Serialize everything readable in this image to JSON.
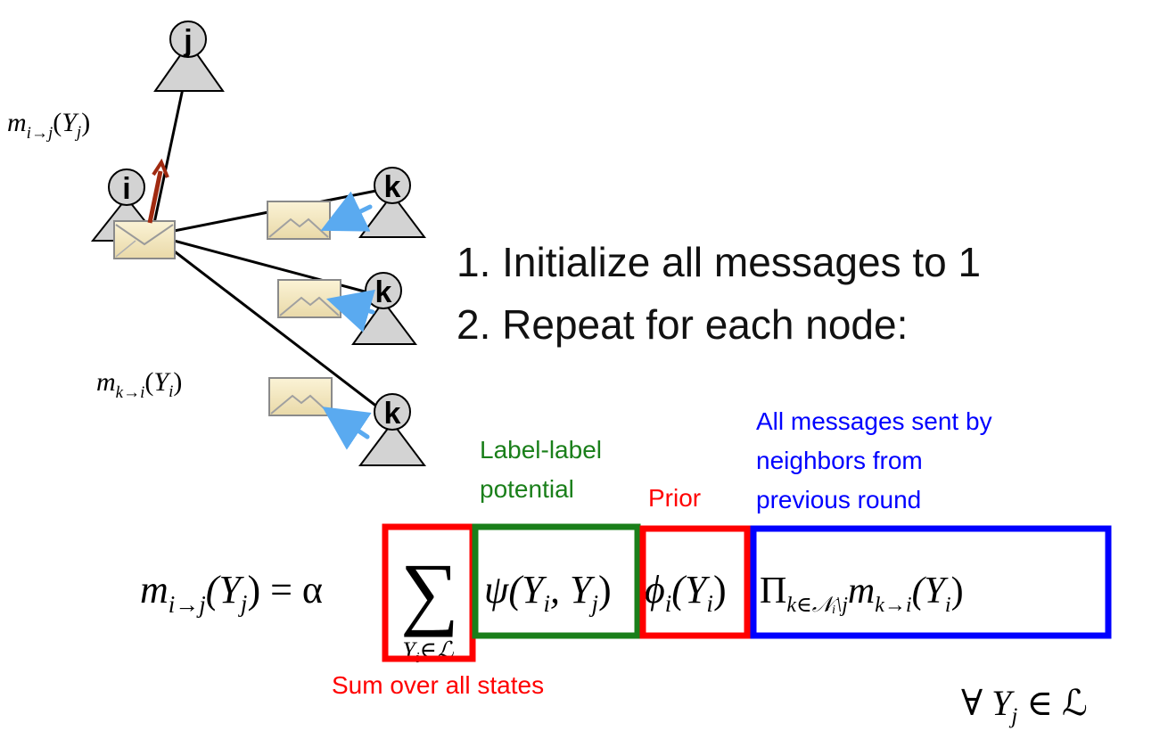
{
  "nodes": {
    "j": "j",
    "i": "i",
    "k1": "k",
    "k2": "k",
    "k3": "k"
  },
  "math": {
    "m_ij": {
      "m": "m",
      "sub": "i→j",
      "open": "(",
      "Y": "Y",
      "Ysub": "j",
      "close": ")"
    },
    "m_ki": {
      "m": "m",
      "sub": "k→i",
      "open": "(",
      "Y": "Y",
      "Ysub": "i",
      "close": ")"
    },
    "forall": {
      "prefix": "∀ ",
      "Y": "Y",
      "Ysub": "j",
      "rest": " ∈ ℒ"
    }
  },
  "steps": [
    "1.  Initialize all messages to 1",
    "2.  Repeat for each node:"
  ],
  "equation": {
    "lhs": {
      "m": "m",
      "sub": "i→j",
      "args": "(Y",
      "argsub": "j",
      "close": ")",
      "eq": " = α"
    },
    "sum_symbol": "∑",
    "sum_under": {
      "Y": "Y",
      "sub": "i",
      "rest": "∈ℒ"
    },
    "psi": {
      "prefix": "ψ(Y",
      "sub1": "i",
      "mid": ", Y",
      "sub2": "j",
      "close": ")"
    },
    "phi": {
      "prefix": "ϕ",
      "sub": "i",
      "args": "(Y",
      "argsub": "i",
      "close": ")"
    },
    "prod": {
      "prefix": "Π",
      "sub": "k∈𝒩ᵢ\\j",
      "m": "m",
      "msub": "k→i",
      "args": "(Y",
      "argsub": "i",
      "close": ")"
    }
  },
  "annotations": {
    "label_label_line1": "Label-label",
    "label_label_line2": "potential",
    "prior": "Prior",
    "messages_line1": "All messages sent by",
    "messages_line2": "neighbors from",
    "messages_line3": "previous round",
    "sum_over": "Sum over all states"
  },
  "colors": {
    "red": "#ff0000",
    "green": "#1a7f1a",
    "blue": "#0000ff",
    "node_fill": "#d3d3d3",
    "message_arrow": "#5aaaf0",
    "send_arrow": "#a02a10"
  }
}
